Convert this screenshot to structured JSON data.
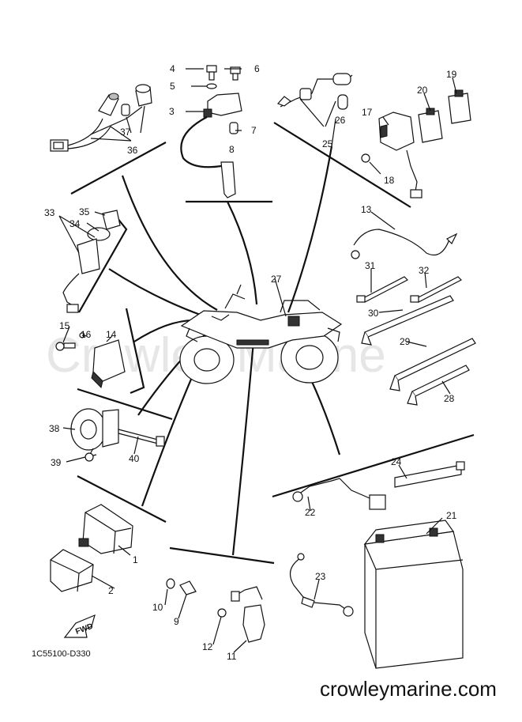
{
  "watermark": "Crowley Marine",
  "drawing_code": "1C55100-D330",
  "website": "crowleymarine.com",
  "fwd_label": "FWD",
  "callouts": [
    "1",
    "2",
    "3",
    "4",
    "5",
    "6",
    "7",
    "8",
    "9",
    "10",
    "11",
    "12",
    "13",
    "14",
    "15",
    "16",
    "17",
    "18",
    "19",
    "20",
    "21",
    "22",
    "23",
    "24",
    "25",
    "26",
    "27",
    "28",
    "29",
    "30",
    "31",
    "32",
    "33",
    "34",
    "35",
    "36",
    "37",
    "38",
    "39",
    "40"
  ]
}
